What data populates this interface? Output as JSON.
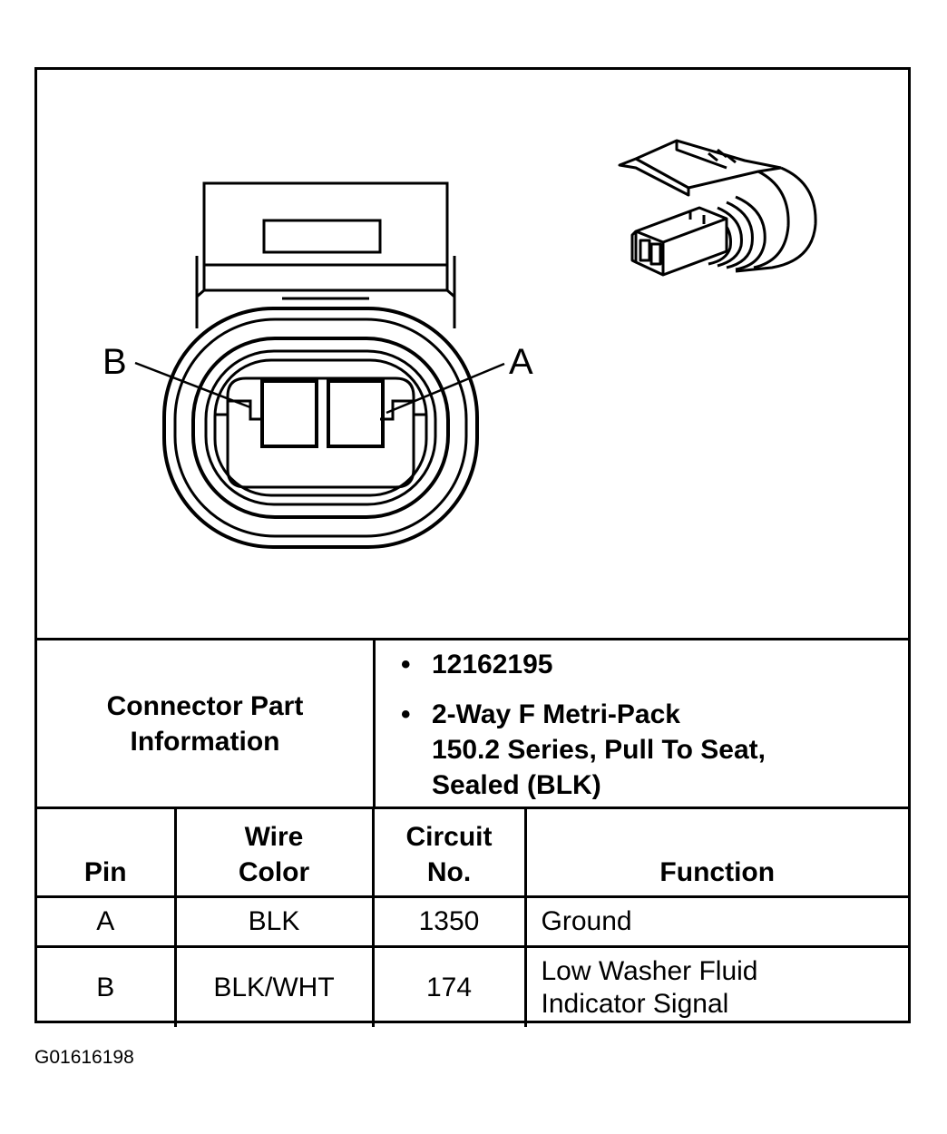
{
  "diagram": {
    "pin_labels": {
      "a": "A",
      "b": "B"
    }
  },
  "connector_info": {
    "label_lines": [
      "Connector Part",
      "Information"
    ],
    "part_number": "12162195",
    "description_lines": [
      "2-Way F Metri-Pack",
      "150.2 Series, Pull To Seat,",
      "Sealed (BLK)"
    ]
  },
  "table": {
    "headers": {
      "pin": [
        "Pin"
      ],
      "wire_color": [
        "Wire",
        "Color"
      ],
      "circuit_no": [
        "Circuit",
        "No."
      ],
      "function": [
        "Function"
      ]
    },
    "rows": [
      {
        "pin": "A",
        "wire_color": "BLK",
        "circuit": "1350",
        "function_lines": [
          "Ground"
        ]
      },
      {
        "pin": "B",
        "wire_color": "BLK/WHT",
        "circuit": "174",
        "function_lines": [
          "Low Washer Fluid",
          "Indicator Signal"
        ]
      }
    ]
  },
  "figure_id": "G01616198"
}
